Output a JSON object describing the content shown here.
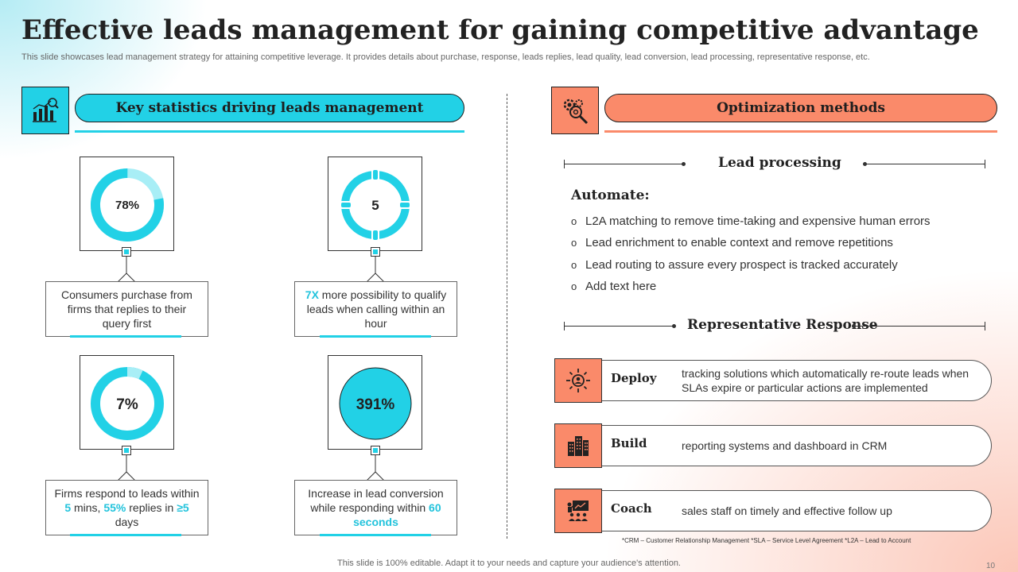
{
  "title": "Effective leads management for gaining competitive advantage",
  "subtitle": "This slide showcases lead management strategy for attaining competitive leverage. It provides details about purchase, response, leads replies, lead quality, lead conversion, lead processing, representative response, etc.",
  "left": {
    "header": "Key statistics driving leads management",
    "stats": [
      {
        "value": "78%",
        "percent": 78,
        "callout_pre": "Consumers purchase from firms that replies to their query first"
      },
      {
        "value": "5",
        "callout_hl": "7X",
        "callout_rest": " more possibility to qualify leads when calling within an hour"
      },
      {
        "value": "7%",
        "percent": 7,
        "callout_a": "Firms respond to leads within ",
        "callout_b": "5",
        "callout_c": " mins, ",
        "callout_d": "55%",
        "callout_e": " replies in ",
        "callout_f": "≥5",
        "callout_g": " days"
      },
      {
        "value": "391%",
        "callout_pre": "Increase in lead conversion while responding within ",
        "callout_hl": "60 seconds"
      }
    ]
  },
  "right": {
    "header": "Optimization methods",
    "lead_processing": {
      "label": "Lead processing",
      "automate": "Automate:",
      "bullets": [
        "L2A matching to remove time-taking and expensive human errors",
        "Lead enrichment to enable context and remove repetitions",
        "Lead routing to assure every prospect is tracked accurately",
        "Add text here"
      ]
    },
    "representative_response": {
      "label": "Representative Response",
      "rows": [
        {
          "label": "Deploy",
          "desc": "tracking solutions which automatically re-route leads when SLAs expire or particular actions are implemented",
          "icon": "user-target-icon"
        },
        {
          "label": "Build",
          "desc": "reporting systems and dashboard in CRM",
          "icon": "buildings-icon"
        },
        {
          "label": "Coach",
          "desc": "sales staff on timely and effective follow up",
          "icon": "presentation-icon"
        }
      ]
    },
    "footnote": "*CRM – Customer Relationship Management  *SLA – Service Level Agreement *L2A – Lead to Account"
  },
  "footer": "This slide is 100% editable. Adapt it to your needs and capture your audience's attention.",
  "page_number": "10",
  "colors": {
    "cyan": "#22d1e6",
    "cyan_light": "#a8eef6",
    "coral": "#fa8a6a"
  }
}
